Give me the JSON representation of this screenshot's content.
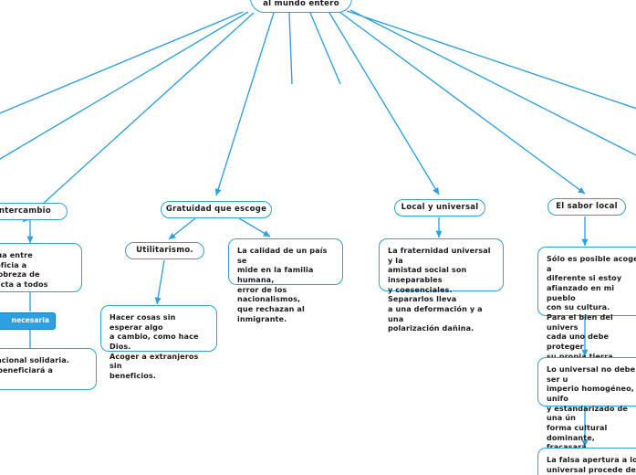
{
  "app": {
    "type": "mind-map",
    "background": "#ffffff",
    "edge_color": "#2e9fe0",
    "node_border_color": "#2e9fe0",
    "node_fill_color": "#ffffff",
    "node_text_color": "#1a1a1a",
    "selected_fill_color": "#2e9fe0",
    "selected_text_color": "#ffffff"
  },
  "nodes": {
    "root": {
      "label": "al mundo entero",
      "shape": "pill",
      "clipped": true
    },
    "intercambio": {
      "label": "do intercambio",
      "shape": "pill",
      "clipped": true
    },
    "intercambio_detail": {
      "label": "mutua entre\nbeneficia a\nLa pobreza de\ns afecta a todos",
      "shape": "box",
      "clipped": true
    },
    "necesaria": {
      "label": "necesaria",
      "shape": "selected",
      "clipped": true
    },
    "solidaria": {
      "label": "internacional solidaria.\nobres beneficiará a\na",
      "shape": "box",
      "clipped": true
    },
    "gratuidad": {
      "label": "Gratuidad que escoge",
      "shape": "pill",
      "clipped": false
    },
    "utilitarismo": {
      "label": "Utilitarismo.",
      "shape": "pill",
      "clipped": false
    },
    "calidad_pais": {
      "label": "La calidad de un país se\nmide en la familia humana,\nerror de los nacionalismos,\nque rechazan al inmigrante.",
      "shape": "box",
      "clipped": false
    },
    "hacer_cosas": {
      "label": "Hacer cosas sin esperar algo\na cambio, como hace Dios.\nAcoger a extranjeros sin\nbeneficios.",
      "shape": "box",
      "clipped": false
    },
    "local_universal": {
      "label": "Local y universal",
      "shape": "pill",
      "clipped": false
    },
    "fraternidad": {
      "label": "La fraternidad universal y la\namistad social son inseparables\ny coesenciales. Separarlos lleva\na una deformación y a una\npolarización dañina.",
      "shape": "box",
      "clipped": false
    },
    "sabor_local": {
      "label": "El sabor local",
      "shape": "pill",
      "clipped": false
    },
    "acoger_diferente": {
      "label": "Sólo es posible acoger a\ndiferente si estoy\nafianzado en mi pueblo\ncon su cultura.\nPara el bien del univers\ncada uno debe proteger\nsu propia tierra.",
      "shape": "box",
      "clipped": true
    },
    "lo_universal": {
      "label": "Lo universal no debe ser u\nimperio homogéneo, unifo\ny estandarizado de una ún\nforma cultural dominante,\nfracasará.",
      "shape": "box",
      "clipped": true
    },
    "falsa_apertura": {
      "label": "La falsa apertura a lo\nuniversal procede de qui",
      "shape": "box",
      "clipped": true
    }
  }
}
